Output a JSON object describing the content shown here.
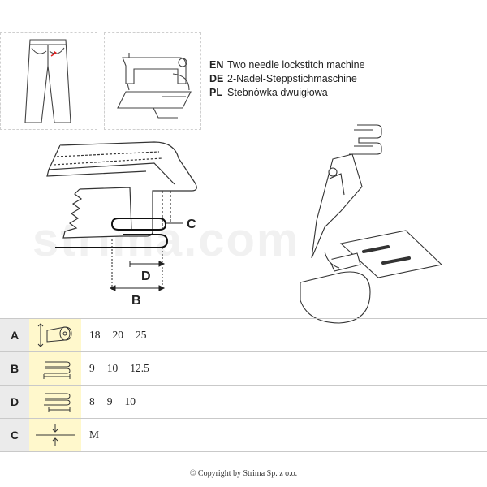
{
  "languages": [
    {
      "code": "EN",
      "text": "Two needle lockstitch machine"
    },
    {
      "code": "DE",
      "text": "2-Nadel-Steppstichmaschine"
    },
    {
      "code": "PL",
      "text": "Stebnówka dwuigłowa"
    }
  ],
  "watermark": "strima.com",
  "diagram_labels": {
    "c": "C",
    "d": "D",
    "b": "B"
  },
  "table": [
    {
      "letter": "A",
      "icon": "tape-roll-icon",
      "values": [
        "18",
        "20",
        "25"
      ]
    },
    {
      "letter": "B",
      "icon": "folded-width-icon",
      "values": [
        "9",
        "10",
        "12.5"
      ]
    },
    {
      "letter": "D",
      "icon": "inner-width-icon",
      "values": [
        "8",
        "9",
        "10"
      ]
    },
    {
      "letter": "C",
      "icon": "thickness-icon",
      "values": [
        "M"
      ]
    }
  ],
  "copyright": "© Copyright by Strima Sp. z o.o."
}
